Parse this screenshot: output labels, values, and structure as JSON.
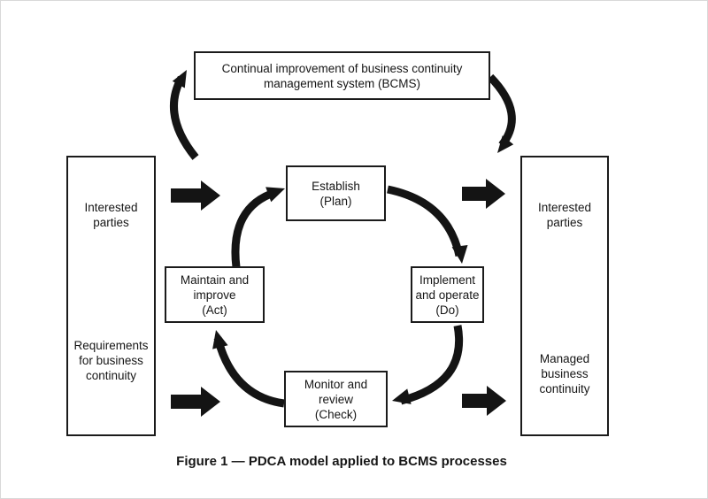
{
  "figure": {
    "caption": "Figure 1 — PDCA model applied to BCMS processes"
  },
  "top_box": {
    "label": "Continual improvement of business continuity management system (BCMS)"
  },
  "left_box": {
    "top_label": "Interested parties",
    "bottom_label": "Requirements for business continuity"
  },
  "right_box": {
    "top_label": "Interested parties",
    "bottom_label": "Managed business continuity"
  },
  "pdca": {
    "plan": {
      "label": "Establish",
      "sub": "(Plan)"
    },
    "do": {
      "label": "Implement and operate",
      "sub": "(Do)"
    },
    "check": {
      "label": "Monitor and review",
      "sub": "(Check)"
    },
    "act": {
      "label": "Maintain and improve",
      "sub": "(Act)"
    }
  },
  "colors": {
    "ink": "#141414",
    "box_background": "#ffffff",
    "page_border": "#d9d9d9"
  }
}
